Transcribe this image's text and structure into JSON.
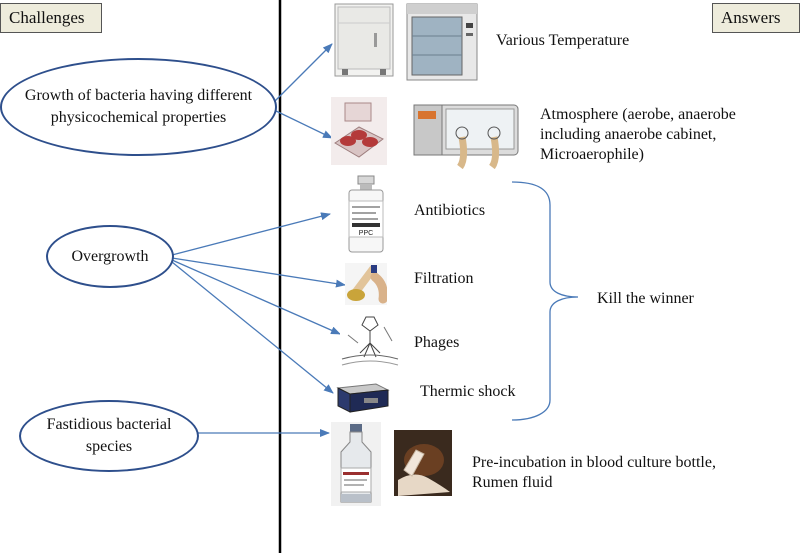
{
  "headers": {
    "left": "Challenges",
    "right": "Answers"
  },
  "challenges": {
    "growth": [
      "Growth of bacteria having different",
      "physicochemical properties"
    ],
    "overgrowth": "Overgrowth",
    "fastidious": [
      "Fastidious bacterial",
      "species"
    ]
  },
  "answers": {
    "temperature": "Various Temperature",
    "atmosphere": [
      "Atmosphere (aerobe, anaerobe",
      "including anaerobe cabinet,",
      "Microaerophile)"
    ],
    "antibiotics": "Antibiotics",
    "filtration": "Filtration",
    "phages": "Phages",
    "thermic_shock": "Thermic shock",
    "kill_the_winner": "Kill the winner",
    "preincubation": [
      "Pre-incubation in blood culture bottle,",
      "Rumen fluid"
    ]
  },
  "vial_label": "PPC",
  "colors": {
    "arrow": "#4a7ab8",
    "oval_border": "#2e4f8c",
    "header_bg": "#eeecdc",
    "divider": "#000000"
  }
}
